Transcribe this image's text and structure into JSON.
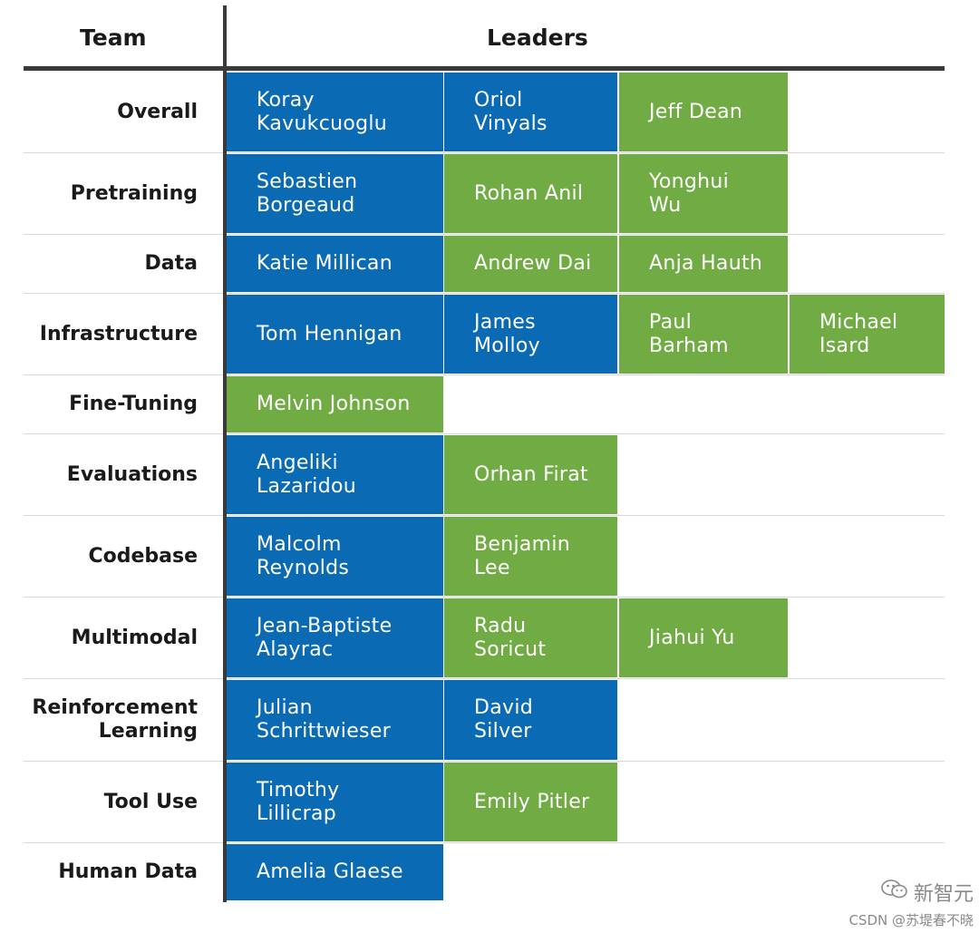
{
  "headers": {
    "team": "Team",
    "leaders": "Leaders"
  },
  "colors": {
    "blue": "#0a6ab3",
    "green": "#70ab43",
    "rule": "#3a3a3a",
    "grid": "#d9d9d9"
  },
  "rows": [
    {
      "team": [
        "Overall"
      ],
      "leaders": [
        {
          "name": [
            "Koray",
            "Kavukcuoglu"
          ],
          "color": "blue"
        },
        {
          "name": [
            "Oriol",
            "Vinyals"
          ],
          "color": "blue"
        },
        {
          "name": [
            "Jeff Dean"
          ],
          "color": "green"
        }
      ]
    },
    {
      "team": [
        "Pretraining"
      ],
      "leaders": [
        {
          "name": [
            "Sebastien",
            "Borgeaud"
          ],
          "color": "blue"
        },
        {
          "name": [
            "Rohan Anil"
          ],
          "color": "green"
        },
        {
          "name": [
            "Yonghui",
            "Wu"
          ],
          "color": "green"
        }
      ]
    },
    {
      "team": [
        "Data"
      ],
      "leaders": [
        {
          "name": [
            "Katie Millican"
          ],
          "color": "blue"
        },
        {
          "name": [
            "Andrew Dai"
          ],
          "color": "green"
        },
        {
          "name": [
            "Anja Hauth"
          ],
          "color": "green"
        }
      ]
    },
    {
      "team": [
        "Infrastructure"
      ],
      "leaders": [
        {
          "name": [
            "Tom Hennigan"
          ],
          "color": "blue"
        },
        {
          "name": [
            "James",
            "Molloy"
          ],
          "color": "blue"
        },
        {
          "name": [
            "Paul",
            "Barham"
          ],
          "color": "green"
        },
        {
          "name": [
            "Michael",
            "Isard"
          ],
          "color": "green"
        }
      ]
    },
    {
      "team": [
        "Fine-Tuning"
      ],
      "leaders": [
        {
          "name": [
            "Melvin Johnson"
          ],
          "color": "green"
        }
      ]
    },
    {
      "team": [
        "Evaluations"
      ],
      "leaders": [
        {
          "name": [
            "Angeliki",
            "Lazaridou"
          ],
          "color": "blue"
        },
        {
          "name": [
            "Orhan Firat"
          ],
          "color": "green"
        }
      ]
    },
    {
      "team": [
        "Codebase"
      ],
      "leaders": [
        {
          "name": [
            "Malcolm",
            "Reynolds"
          ],
          "color": "blue"
        },
        {
          "name": [
            "Benjamin",
            "Lee"
          ],
          "color": "green"
        }
      ]
    },
    {
      "team": [
        "Multimodal"
      ],
      "leaders": [
        {
          "name": [
            "Jean-Baptiste",
            "Alayrac"
          ],
          "color": "blue"
        },
        {
          "name": [
            "Radu",
            "Soricut"
          ],
          "color": "green"
        },
        {
          "name": [
            "Jiahui Yu"
          ],
          "color": "green"
        }
      ]
    },
    {
      "team": [
        "Reinforcement",
        "Learning"
      ],
      "leaders": [
        {
          "name": [
            "Julian",
            "Schrittwieser"
          ],
          "color": "blue"
        },
        {
          "name": [
            "David",
            "Silver"
          ],
          "color": "blue"
        }
      ]
    },
    {
      "team": [
        "Tool Use"
      ],
      "leaders": [
        {
          "name": [
            "Timothy",
            "Lillicrap"
          ],
          "color": "blue"
        },
        {
          "name": [
            "Emily Pitler"
          ],
          "color": "green"
        }
      ]
    },
    {
      "team": [
        "Human Data"
      ],
      "leaders": [
        {
          "name": [
            "Amelia Glaese"
          ],
          "color": "blue"
        }
      ]
    }
  ],
  "watermark": {
    "line1": "新智元",
    "line2": "CSDN @苏堤春不晓",
    "icon": "wechat-icon"
  }
}
